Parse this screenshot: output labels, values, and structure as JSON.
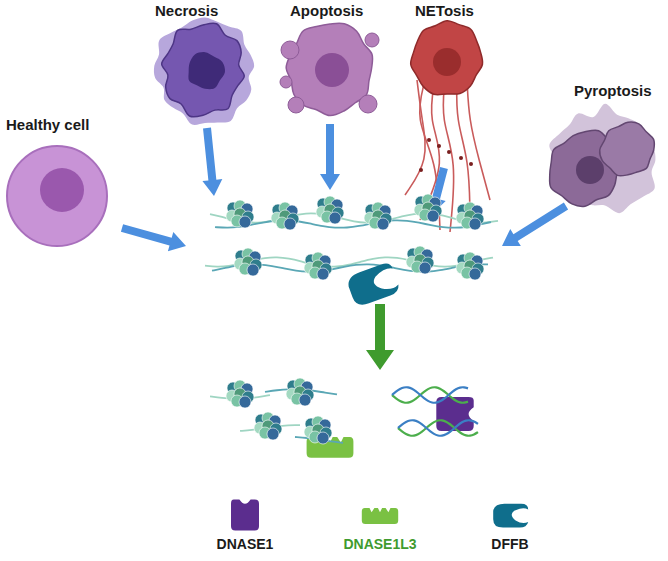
{
  "diagram": {
    "labels": [
      "Necrosis",
      "Apoptosis",
      "NETosis",
      "Healthy cell",
      "Pyroptosis"
    ],
    "legend": [
      {
        "text": "DNASE1",
        "color": "#5b2d8e"
      },
      {
        "text": "DNASE1L3",
        "color": "#7ac143"
      },
      {
        "text": "DFFB",
        "color": "#0f6e8c"
      }
    ]
  }
}
